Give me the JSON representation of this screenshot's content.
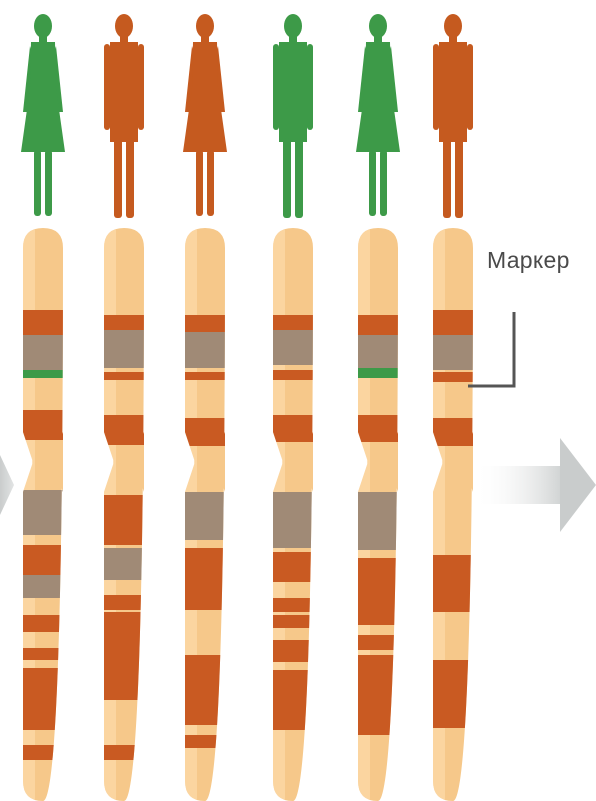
{
  "marker_label": "Маркер",
  "colors": {
    "green": "#3d9a48",
    "green_light": "#7cc06a",
    "orange": "#c55a1f",
    "orange_light": "#d9783a",
    "band_light": "#f6c88a",
    "band_dark": "#c95a22",
    "band_gray": "#a08a76",
    "arrow": "#cfd2d2"
  },
  "people": [
    {
      "gender": "female",
      "color": "green"
    },
    {
      "gender": "male",
      "color": "orange"
    },
    {
      "gender": "female",
      "color": "orange"
    },
    {
      "gender": "male",
      "color": "green"
    },
    {
      "gender": "female",
      "color": "green"
    },
    {
      "gender": "male",
      "color": "orange"
    }
  ],
  "chromosomes": [
    {
      "marker_color": "green"
    },
    {
      "marker_color": "none"
    },
    {
      "marker_color": "none"
    },
    {
      "marker_color": "none"
    },
    {
      "marker_color": "green"
    },
    {
      "marker_color": "none"
    }
  ]
}
